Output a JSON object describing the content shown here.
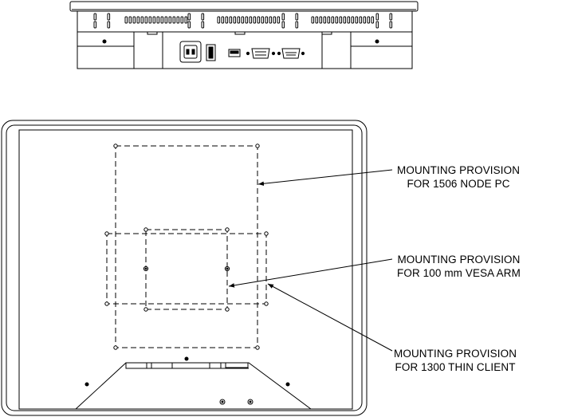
{
  "callouts": [
    {
      "line1": "MOUNTING PROVISION",
      "line2": "FOR 1506 NODE PC"
    },
    {
      "line1": "MOUNTING PROVISION",
      "line2": "FOR 100 mm VESA ARM"
    },
    {
      "line1": "MOUNTING PROVISION",
      "line2": "FOR 1300 THIN CLIENT"
    }
  ]
}
